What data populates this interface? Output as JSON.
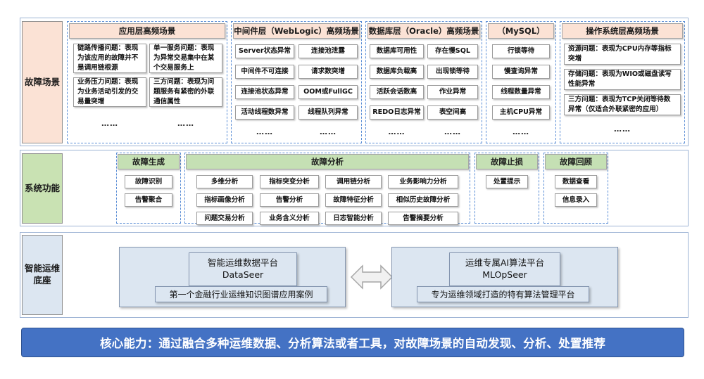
{
  "categories": {
    "scene": "故障场景",
    "function": "系统功能",
    "base": "智能运维\n底座"
  },
  "scene_groups": [
    {
      "title": "应用层高频场景",
      "columns": 2,
      "items": [
        "链路传播问题：表现为该应用的故障并不是调用链根源",
        "单一服务问题：表现为异常交易集中在某个交易服务上",
        "业务压力问题：表现为业务活动引发的交易量突增",
        "三方问题：表现为问题服务有紧密的外联通信属性"
      ],
      "ellipsis": "……"
    },
    {
      "title": "中间件层（WebLogic）高频场景",
      "columns": 2,
      "items": [
        "Server状态异常",
        "连接池泄露",
        "中间件不可连接",
        "请求数突增",
        "连接池状态异常",
        "OOM或FullGC",
        "活动线程数异常",
        "线程队列异常"
      ],
      "ellipsis": "……"
    },
    {
      "title": "数据库层（Oracle）高频场景",
      "columns": 2,
      "items": [
        "数据库可用性",
        "存在慢SQL",
        "数据库负载高",
        "出现锁等待",
        "活跃会话数高",
        "作业异常",
        "REDO日志异常",
        "表空间高"
      ],
      "ellipsis": "……"
    },
    {
      "title": "（MySQL）",
      "columns": 1,
      "items": [
        "行锁等待",
        "慢查询异常",
        "线程数量异常",
        "主机CPU异常"
      ],
      "ellipsis": "……"
    },
    {
      "title": "操作系统层高频场景",
      "columns": 1,
      "items": [
        "资源问题：表现为CPU内存等指标突增",
        "存储问题：表现为WIO或磁盘读写性能异常",
        "三方问题：表现为TCP关闭等待数异常（仅适合外联紧密的应用）"
      ],
      "ellipsis": "……"
    }
  ],
  "function_groups": [
    {
      "title": "故障生成",
      "items": [
        "故障识别",
        "告警聚合"
      ]
    },
    {
      "title": "故障分析",
      "items": [
        "多维分析",
        "指标突变分析",
        "调用链分析",
        "业务影响力分析",
        "指标画像分析",
        "告警分析",
        "故障特征分析",
        "相似历史故障分析",
        "问题交易分析",
        "业务含义分析",
        "日志智能分析",
        "告警摘要分析"
      ]
    },
    {
      "title": "故障止损",
      "items": [
        "处置提示"
      ]
    },
    {
      "title": "故障回顾",
      "items": [
        "数据查看",
        "信息录入"
      ]
    }
  ],
  "platforms": {
    "left": {
      "title_line1": "智能运维数据平台",
      "title_line2": "DataSeer",
      "caption": "第一个金融行业运维知识图谱应用案例"
    },
    "right": {
      "title_line1": "运维专属AI算法平台",
      "title_line2": "MLOpSeer",
      "caption": "专为运维领域打造的特有算法管理平台"
    },
    "connector_icon": "double-arrow-icon"
  },
  "banner": {
    "text": "核心能力：通过融合多种运维数据、分析算法或者工具，对故障场景的自动发现、分析、处置推荐"
  },
  "colors": {
    "pink_header": "#fbe2d5",
    "green_header": "#c5e0b4",
    "green_category": "#c9e2b3",
    "light_blue": "#dce6f1",
    "banner_blue": "#4472c4",
    "dashed_border": "#5b8ed6"
  }
}
